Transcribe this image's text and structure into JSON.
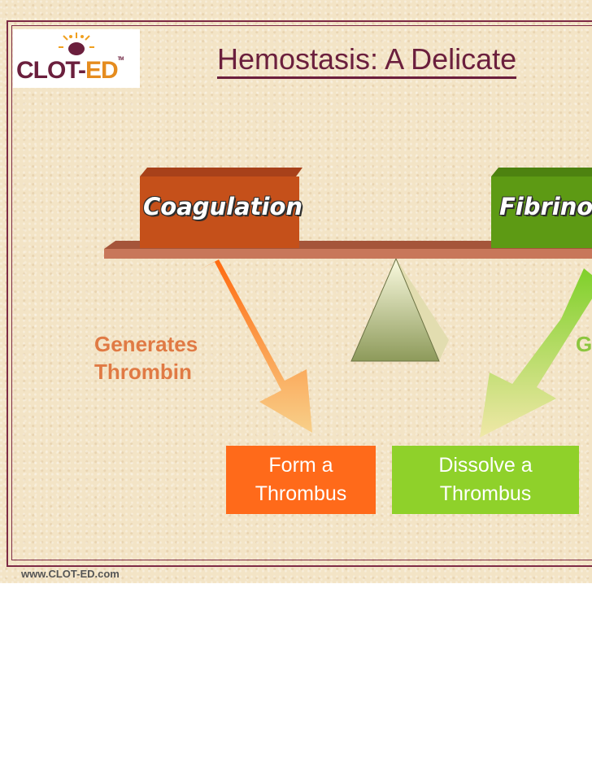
{
  "slide": {
    "title": "Hemostasis: A Delicate",
    "logo": {
      "main": "CLOT",
      "dash": "-",
      "accent": "ED",
      "tm": "TM"
    },
    "left_block_label": "Coagulation",
    "right_block_label": "Fibrinoly",
    "left_side_text": [
      "Generates",
      "Thrombin"
    ],
    "right_side_text": [
      "G",
      ""
    ],
    "left_box": [
      "Form a",
      "Thrombus"
    ],
    "right_box": [
      "Dissolve a",
      "Thrombus"
    ],
    "footer": "www.CLOT-ED.com"
  },
  "colors": {
    "brand": "#6b1f3d",
    "coagulation": "#c5501a",
    "fibrinolysis": "#5d9a14",
    "form_box": "#ff6a1a",
    "dissolve_box": "#8fd12a",
    "left_text": "#e07a44",
    "right_text": "#8cc63f"
  }
}
